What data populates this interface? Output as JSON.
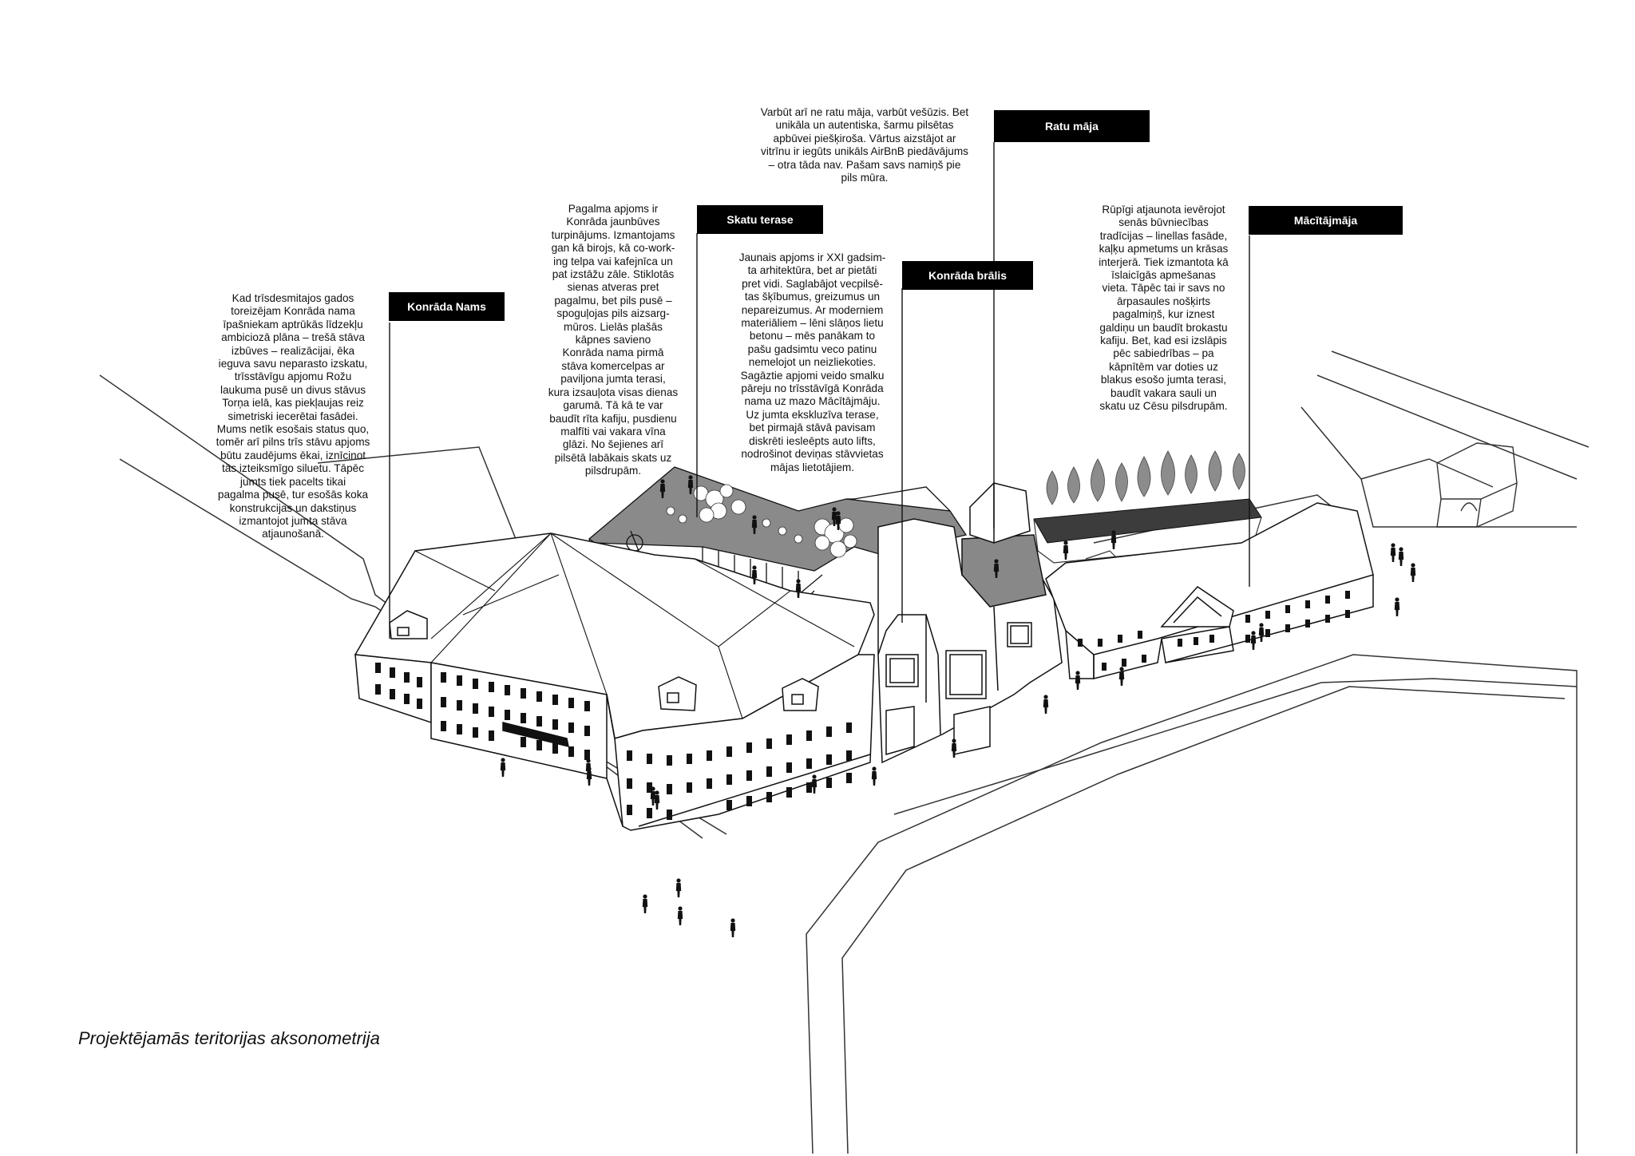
{
  "caption": "Projektējamās teritorijas aksonometrija",
  "callouts": {
    "konrada_nams": {
      "title": "Konrāda Nams",
      "text": "Kad trīsdesmitajos gados\ntoreizējam Konrāda nama\nīpašniekam aptrūkās līdzekļu\nambiciozā plāna – trešā stāva\nizbūves – realizācijai, ēka\nieguva savu neparasto izskatu,\ntrīsstāvīgu apjomu Rožu\nlaukuma pusē un divus stāvus\nTorņa ielā, kas piekļaujas reiz\nsimetriski iecerētai fasādei.\nMums netīk esošais status quo,\ntomēr arī pilns trīs stāvu apjoms\nbūtu zaudējums ēkai, iznīcinot\ntās izteiksmīgo siluetu. Tāpēc\njumts tiek pacelts tikai\npagalma pusē, tur esošās koka\nkonstrukcijas un dakstiņus\nizmantojot jumta stāva\natjaunošanā."
    },
    "skatu_terase": {
      "title": "Skatu terase",
      "text": "Pagalma apjoms ir\nKonrāda jaunbūves\nturpinājums. Izmantojams\ngan kā birojs, kā co-work-\ning telpa vai kafejnīca un\npat izstāžu zāle. Stiklotās\nsienas atveras pret\npagalmu, bet pils pusē –\nspoguļojas pils aizsarg-\nmūros. Lielās plašās\nkāpnes savieno\nKonrāda nama pirmā\nstāva komercelpas ar\npaviljona jumta terasi,\nkura izsauļota visas dienas\ngarumā. Tā kā te var\nbaudīt rīta kafiju, pusdienu\nmalfīti vai vakara vīna\nglāzi. No šejienes arī\npilsētā labākais skats uz\npilsdrupām."
    },
    "konrada_bralis": {
      "title": "Konrāda brālis",
      "text": "Jaunais apjoms ir XXI gadsim-\nta arhitektūra, bet ar pietāti\npret vidi. Saglabājot vecpilsē-\ntas šķībumus, greizumus un\nnepareizumus. Ar moderniem\nmateriāliem – lēni slāņos lietu\nbetonu – mēs panākam to\npašu gadsimtu veco patinu\nnemelojot un neizliekoties.\nSagāztie apjomi veido smalku\npāreju no trīsstāvīgā Konrāda\nnama uz mazo Mācītājmāju.\nUz jumta ekskluzīva terase,\nbet pirmajā stāvā pavisam\ndiskrēti iesleēpts auto lifts,\nnodrošinot deviņas stāvvietas\nmājas lietotājiem."
    },
    "ratu_maja": {
      "title": "Ratu māja",
      "text": "Varbūt arī ne ratu māja, varbūt vešūzis. Bet\nunikāla un autentiska, šarmu pilsētas\napbūvei piešķiroša. Vārtus aizstājot ar\nvitrīnu ir iegūts unikāls AirBnB piedāvājums\n– otra tāda nav. Pašam savs namiņš pie\npils mūra."
    },
    "macitajmaja": {
      "title": "Mācītājmāja",
      "text": "Rūpīgi atjaunota ievērojot\nsenās būvniecības\ntradīcijas – linellas fasāde,\nkaļķu apmetums un krāsas\ninterjerā. Tiek izmantota kā\nīslaicīgās apmešanas\nvieta. Tāpēc tai ir savs no\nārpasaules nošķirts\npagalmiņš, kur iznest\ngaldiņu un baudīt brokastu\nkafiju. Bet, kad esi izslāpis\npēc sabiedrības – pa\nkāpnītēm var doties uz\nblakus esošo jumta terasi,\nbaudīt vakara sauli un\nskatu uz Cēsu pilsdrupām."
    }
  },
  "colors": {
    "ink": "#111111",
    "tag_background": "#000000",
    "tag_text": "#ffffff",
    "terrace_fill": "#8a8a8a",
    "tree_fill": "#8c8c8c",
    "roof_panel_fill": "#3c3c3c"
  }
}
